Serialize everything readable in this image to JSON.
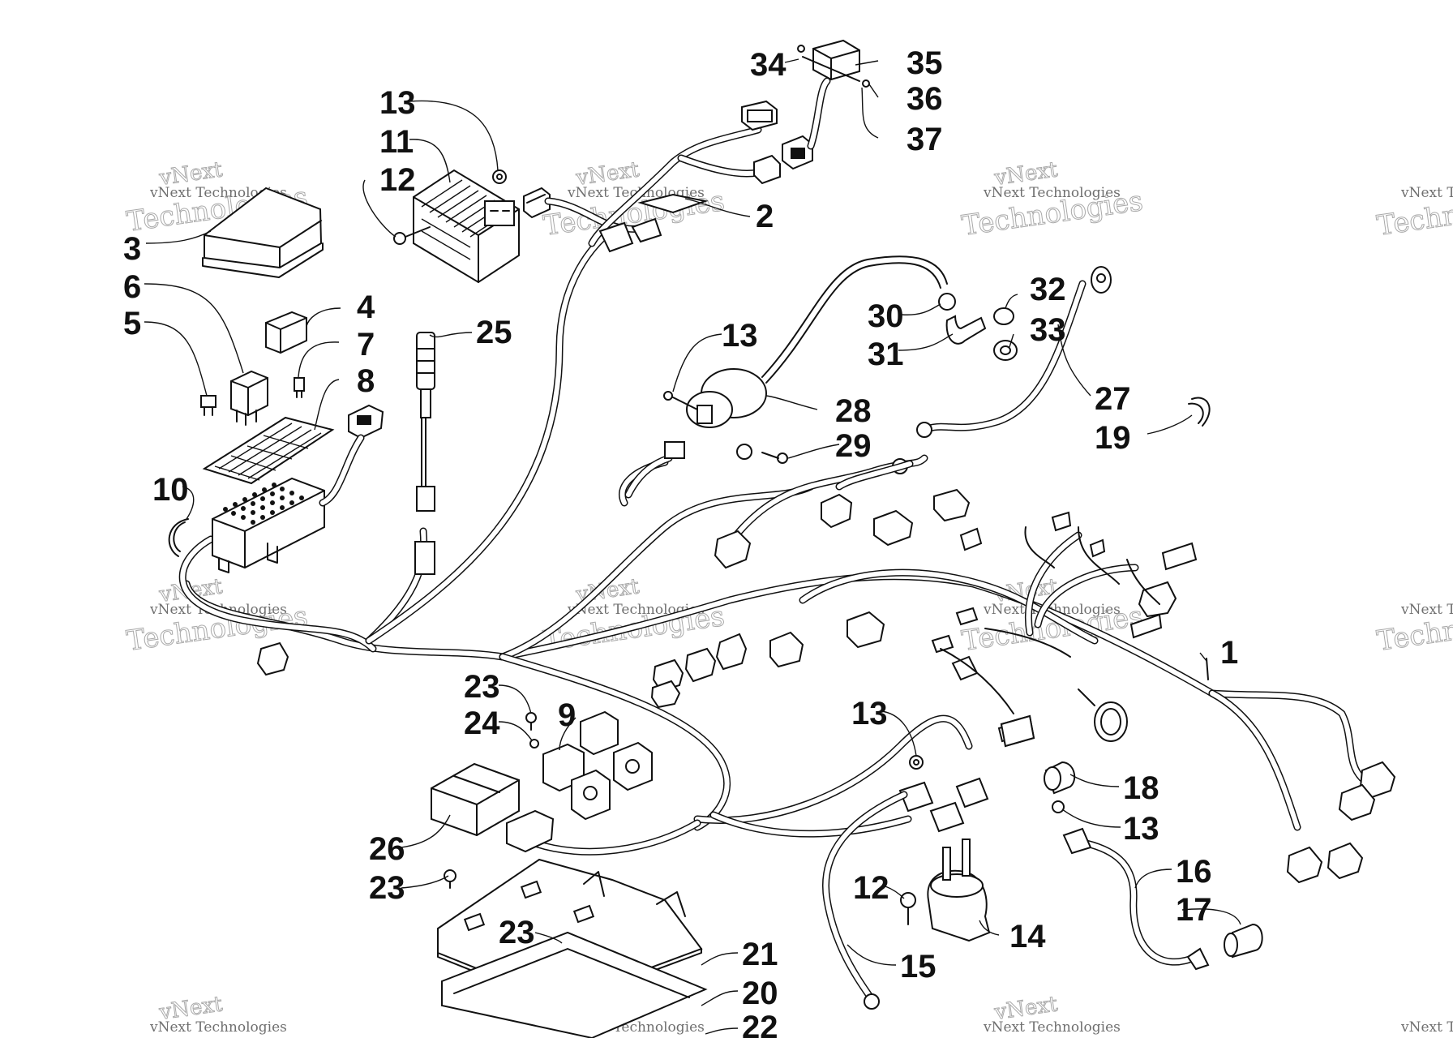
{
  "watermark": {
    "line1": "vNext Technologies",
    "line2": "Technologies",
    "line3": "vNext"
  },
  "callouts": [
    {
      "id": "c34",
      "label": "34"
    },
    {
      "id": "c35",
      "label": "35"
    },
    {
      "id": "c36",
      "label": "36"
    },
    {
      "id": "c37",
      "label": "37"
    },
    {
      "id": "c13a",
      "label": "13"
    },
    {
      "id": "c11",
      "label": "11"
    },
    {
      "id": "c12a",
      "label": "12"
    },
    {
      "id": "c2",
      "label": "2"
    },
    {
      "id": "c3",
      "label": "3"
    },
    {
      "id": "c6",
      "label": "6"
    },
    {
      "id": "c4",
      "label": "4"
    },
    {
      "id": "c5",
      "label": "5"
    },
    {
      "id": "c7",
      "label": "7"
    },
    {
      "id": "c8",
      "label": "8"
    },
    {
      "id": "c25",
      "label": "25"
    },
    {
      "id": "c13b",
      "label": "13"
    },
    {
      "id": "c30",
      "label": "30"
    },
    {
      "id": "c32",
      "label": "32"
    },
    {
      "id": "c31",
      "label": "31"
    },
    {
      "id": "c33",
      "label": "33"
    },
    {
      "id": "c28",
      "label": "28"
    },
    {
      "id": "c27",
      "label": "27"
    },
    {
      "id": "c29",
      "label": "29"
    },
    {
      "id": "c19",
      "label": "19"
    },
    {
      "id": "c10",
      "label": "10"
    },
    {
      "id": "c1",
      "label": "1"
    },
    {
      "id": "c23a",
      "label": "23"
    },
    {
      "id": "c24",
      "label": "24"
    },
    {
      "id": "c9",
      "label": "9"
    },
    {
      "id": "c13c",
      "label": "13"
    },
    {
      "id": "c18",
      "label": "18"
    },
    {
      "id": "c13d",
      "label": "13"
    },
    {
      "id": "c26",
      "label": "26"
    },
    {
      "id": "c23b",
      "label": "23"
    },
    {
      "id": "c12b",
      "label": "12"
    },
    {
      "id": "c16",
      "label": "16"
    },
    {
      "id": "c17",
      "label": "17"
    },
    {
      "id": "c23c",
      "label": "23"
    },
    {
      "id": "c14",
      "label": "14"
    },
    {
      "id": "c21",
      "label": "21"
    },
    {
      "id": "c15",
      "label": "15"
    },
    {
      "id": "c20",
      "label": "20"
    },
    {
      "id": "c22",
      "label": "22"
    }
  ]
}
